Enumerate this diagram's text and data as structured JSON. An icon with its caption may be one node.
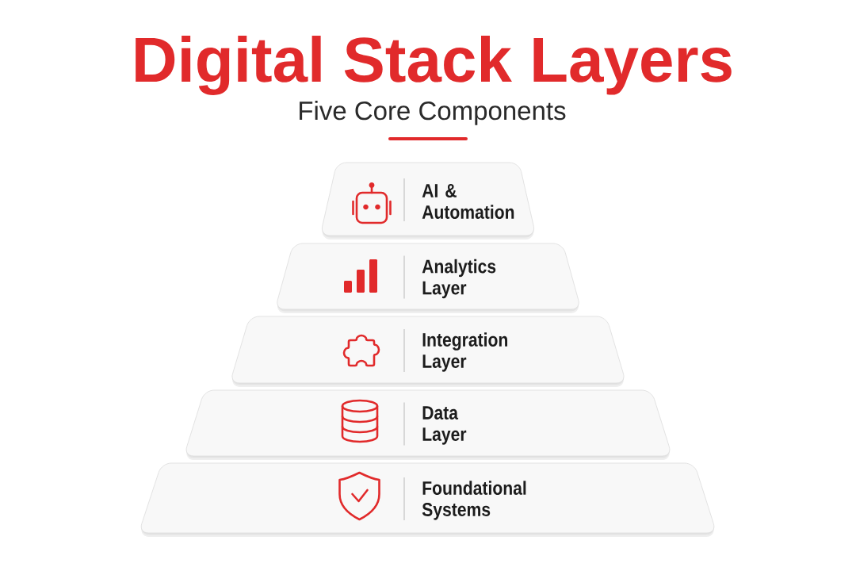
{
  "diagram": {
    "title": "Digital Stack Layers",
    "nodes": [
      {
        "text": [
          "AI & Automation"
        ]
      },
      {
        "text": [
          "Analytics Layer"
        ]
      },
      {
        "text": [
          "Integration Layer"
        ]
      },
      {
        "text": [
          "Data Layer"
        ]
      },
      {
        "text": [
          "Foundational Systems"
        ]
      }
    ],
    "labels": [
      "Five Core Components"
    ]
  }
}
